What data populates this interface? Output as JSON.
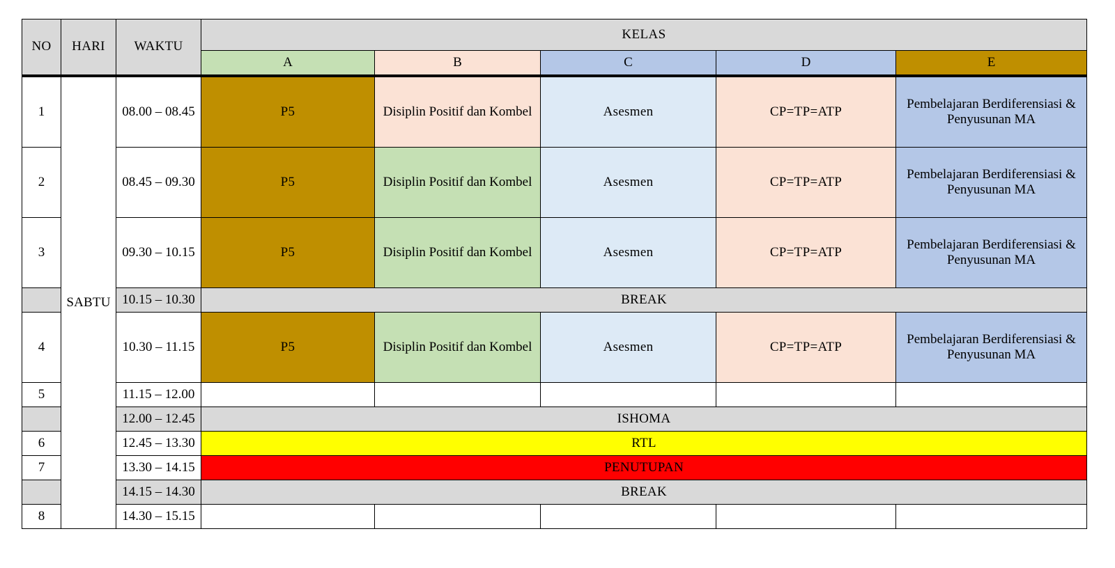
{
  "table": {
    "headers": {
      "no": "NO",
      "hari": "HARI",
      "waktu": "WAKTU",
      "kelas": "KELAS",
      "classes": [
        "A",
        "B",
        "C",
        "D",
        "E"
      ]
    },
    "day": "SABTU",
    "colors": {
      "header_stub_bg": "#d9d9d9",
      "class_a_header_bg": "#c5e0b4",
      "class_b_header_bg": "#fbe2d5",
      "class_c_header_bg": "#b4c7e7",
      "class_d_header_bg": "#b4c7e7",
      "class_e_header_bg": "#bf8f00",
      "gold": "#bf8f00",
      "green": "#c5e0b4",
      "light_blue": "#ddeaf6",
      "peach": "#fbe2d5",
      "blue": "#b4c7e7",
      "gray": "#d9d9d9",
      "yellow": "#ffff00",
      "red": "#ff0000"
    },
    "rows": [
      {
        "no": "1",
        "time": "08.00 – 08.45",
        "type": "session",
        "cells": [
          {
            "text": "P5",
            "color": "gold"
          },
          {
            "text": "Disiplin Positif dan Kombel",
            "color": "peach"
          },
          {
            "text": "Asesmen",
            "color": "light_blue"
          },
          {
            "text": "CP=TP=ATP",
            "color": "peach"
          },
          {
            "text": "Pembelajaran Berdiferensiasi & Penyusunan MA",
            "color": "blue"
          }
        ]
      },
      {
        "no": "2",
        "time": "08.45 – 09.30",
        "type": "session",
        "cells": [
          {
            "text": "P5",
            "color": "gold"
          },
          {
            "text": "Disiplin Positif dan Kombel",
            "color": "green"
          },
          {
            "text": "Asesmen",
            "color": "light_blue"
          },
          {
            "text": "CP=TP=ATP",
            "color": "peach"
          },
          {
            "text": "Pembelajaran Berdiferensiasi & Penyusunan MA",
            "color": "blue"
          }
        ]
      },
      {
        "no": "3",
        "time": "09.30 – 10.15",
        "type": "session",
        "cells": [
          {
            "text": "P5",
            "color": "gold"
          },
          {
            "text": "Disiplin Positif dan Kombel",
            "color": "green"
          },
          {
            "text": "Asesmen",
            "color": "light_blue"
          },
          {
            "text": "CP=TP=ATP",
            "color": "peach"
          },
          {
            "text": "Pembelajaran Berdiferensiasi & Penyusunan MA",
            "color": "blue"
          }
        ]
      },
      {
        "no": "",
        "time": "10.15 – 10.30",
        "type": "break",
        "label": "BREAK",
        "color": "gray"
      },
      {
        "no": "4",
        "time": "10.30 – 11.15",
        "type": "session",
        "cells": [
          {
            "text": "P5",
            "color": "gold"
          },
          {
            "text": "Disiplin Positif dan Kombel",
            "color": "green"
          },
          {
            "text": "Asesmen",
            "color": "light_blue"
          },
          {
            "text": "CP=TP=ATP",
            "color": "peach"
          },
          {
            "text": "Pembelajaran Berdiferensiasi & Penyusunan MA",
            "color": "blue"
          }
        ]
      },
      {
        "no": "5",
        "time": "11.15 – 12.00",
        "type": "session",
        "cells": [
          {
            "text": "",
            "color": "white"
          },
          {
            "text": "",
            "color": "white"
          },
          {
            "text": "",
            "color": "white"
          },
          {
            "text": "",
            "color": "white"
          },
          {
            "text": "",
            "color": "white"
          }
        ]
      },
      {
        "no": "",
        "time": "12.00 – 12.45",
        "type": "break",
        "label": "ISHOMA",
        "color": "gray"
      },
      {
        "no": "6",
        "time": "12.45 – 13.30",
        "type": "break",
        "label": "RTL",
        "color": "yellow"
      },
      {
        "no": "7",
        "time": "13.30 – 14.15",
        "type": "break",
        "label": "PENUTUPAN",
        "color": "red"
      },
      {
        "no": "",
        "time": "14.15 – 14.30",
        "type": "break",
        "label": "BREAK",
        "color": "gray"
      },
      {
        "no": "8",
        "time": "14.30 – 15.15",
        "type": "session",
        "cells": [
          {
            "text": "",
            "color": "white"
          },
          {
            "text": "",
            "color": "white"
          },
          {
            "text": "",
            "color": "white"
          },
          {
            "text": "",
            "color": "white"
          },
          {
            "text": "",
            "color": "white"
          }
        ]
      }
    ]
  }
}
